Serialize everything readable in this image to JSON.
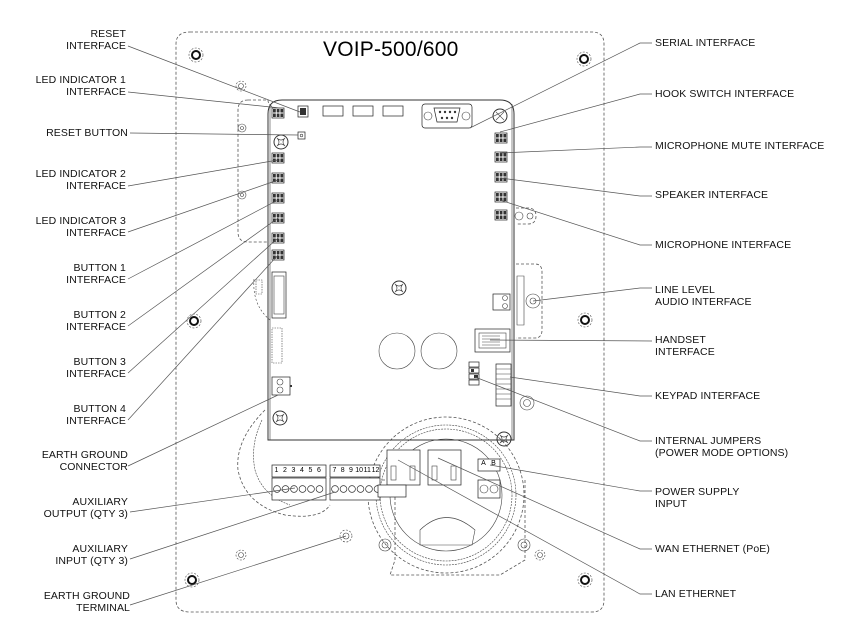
{
  "title": "VOIP-500/600",
  "left_labels": [
    {
      "id": "reset-interface",
      "lines": [
        "RESET",
        "INTERFACE"
      ]
    },
    {
      "id": "led-indicator-1-interface",
      "lines": [
        "LED INDICATOR 1",
        "INTERFACE"
      ]
    },
    {
      "id": "reset-button",
      "lines": [
        "RESET BUTTON"
      ]
    },
    {
      "id": "led-indicator-2-interface",
      "lines": [
        "LED INDICATOR 2",
        "INTERFACE"
      ]
    },
    {
      "id": "led-indicator-3-interface",
      "lines": [
        "LED INDICATOR 3",
        "INTERFACE"
      ]
    },
    {
      "id": "button-1-interface",
      "lines": [
        "BUTTON 1",
        "INTERFACE"
      ]
    },
    {
      "id": "button-2-interface",
      "lines": [
        "BUTTON 2",
        "INTERFACE"
      ]
    },
    {
      "id": "button-3-interface",
      "lines": [
        "BUTTON 3",
        "INTERFACE"
      ]
    },
    {
      "id": "button-4-interface",
      "lines": [
        "BUTTON 4",
        "INTERFACE"
      ]
    },
    {
      "id": "earth-ground-connector",
      "lines": [
        "EARTH GROUND",
        "CONNECTOR"
      ]
    },
    {
      "id": "auxiliary-output",
      "lines": [
        "AUXILIARY",
        "OUTPUT (QTY 3)"
      ]
    },
    {
      "id": "auxiliary-input",
      "lines": [
        "AUXILIARY",
        "INPUT (QTY 3)"
      ]
    },
    {
      "id": "earth-ground-terminal",
      "lines": [
        "EARTH GROUND",
        "TERMINAL"
      ]
    }
  ],
  "right_labels": [
    {
      "id": "serial-interface",
      "lines": [
        "SERIAL INTERFACE"
      ]
    },
    {
      "id": "hook-switch-interface",
      "lines": [
        "HOOK SWITCH INTERFACE"
      ]
    },
    {
      "id": "microphone-mute-interface",
      "lines": [
        "MICROPHONE MUTE INTERFACE"
      ]
    },
    {
      "id": "speaker-interface",
      "lines": [
        "SPEAKER INTERFACE"
      ]
    },
    {
      "id": "microphone-interface",
      "lines": [
        "MICROPHONE INTERFACE"
      ]
    },
    {
      "id": "line-level-audio-interface",
      "lines": [
        "LINE LEVEL",
        "AUDIO INTERFACE"
      ]
    },
    {
      "id": "handset-interface",
      "lines": [
        "HANDSET",
        "INTERFACE"
      ]
    },
    {
      "id": "keypad-interface",
      "lines": [
        "KEYPAD INTERFACE"
      ]
    },
    {
      "id": "internal-jumpers",
      "lines": [
        "INTERNAL JUMPERS",
        "(POWER MODE OPTIONS)"
      ]
    },
    {
      "id": "power-supply-input",
      "lines": [
        "POWER SUPPLY",
        "INPUT"
      ]
    },
    {
      "id": "wan-ethernet",
      "lines": [
        "WAN ETHERNET (PoE)"
      ]
    },
    {
      "id": "lan-ethernet",
      "lines": [
        "LAN ETHERNET"
      ]
    }
  ],
  "terminal_block_1": [
    "1",
    "2",
    "3",
    "4",
    "5",
    "6"
  ],
  "terminal_block_2": [
    "7",
    "8",
    "9",
    "10",
    "11",
    "12"
  ],
  "power_terminal": [
    "A",
    "B"
  ]
}
